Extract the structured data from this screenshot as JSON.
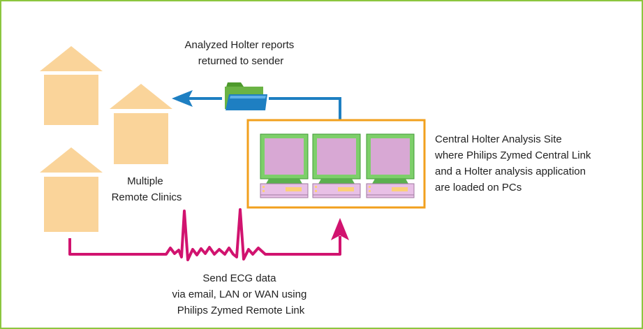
{
  "colors": {
    "frame_border": "#8cc63f",
    "clinic_fill": "#fad49a",
    "data_link": "#d1136f",
    "return_path": "#1e7fc2",
    "site_border": "#f2a01e",
    "folder_green": "#6ab344",
    "folder_blue": "#1e7fc2",
    "monitor_bezel": "#7dcf6a",
    "monitor_screen": "#d8a8d4",
    "pc_case": "#e8c0e6",
    "pc_led": "#fcd078"
  },
  "labels": {
    "reports": [
      "Analyzed Holter reports",
      "returned to sender"
    ],
    "clinics": [
      "Multiple",
      "Remote Clinics"
    ],
    "site": [
      "Central Holter Analysis Site",
      "where Philips Zymed Central Link",
      "and a Holter analysis application",
      "are loaded on PCs"
    ],
    "send": [
      "Send ECG data",
      "via email, LAN or WAN using",
      "Philips Zymed Remote Link"
    ]
  },
  "clinic_count": 3,
  "pc_count": 3,
  "icons": {
    "clinics": "house-icon",
    "folder": "folder-icon",
    "pcs": "desktop-pc-icon",
    "return_arrow": "arrow-left-icon",
    "ecg_arrow": "arrow-up-icon"
  }
}
